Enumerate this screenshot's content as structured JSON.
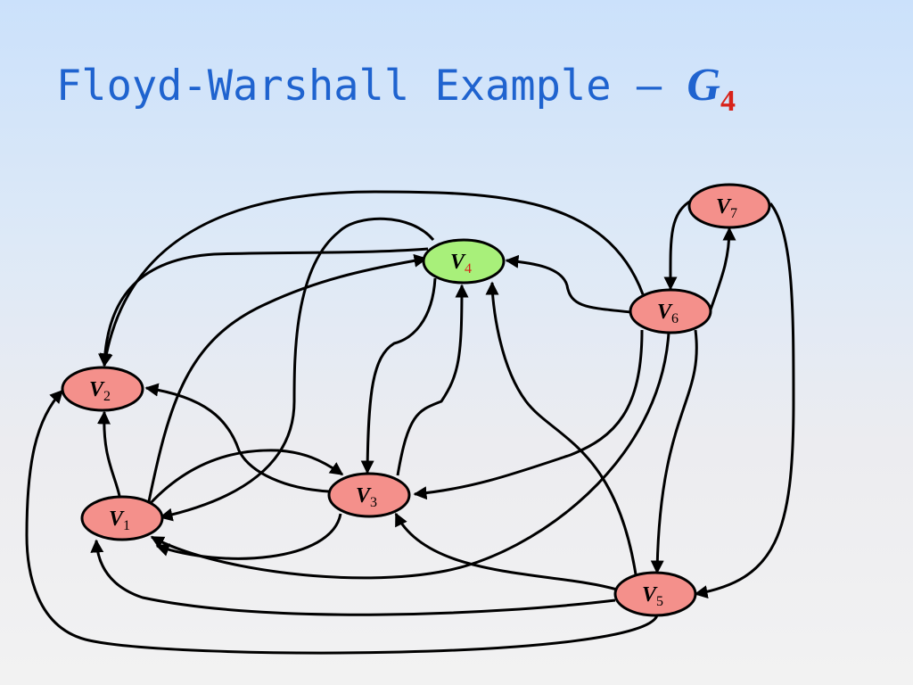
{
  "title": {
    "text": "Floyd-Warshall Example – ",
    "graph_symbol": "G",
    "graph_index": "4"
  },
  "colors": {
    "title": "#1f63cf",
    "title_subscript": "#d8231a",
    "node_default": "#f4908b",
    "node_highlight": "#a8f07a",
    "highlight_subscript": "#d8231a",
    "edge": "#000000"
  },
  "nodes": [
    {
      "id": "V1",
      "letter": "V",
      "index": "1",
      "highlighted": false
    },
    {
      "id": "V2",
      "letter": "V",
      "index": "2",
      "highlighted": false
    },
    {
      "id": "V3",
      "letter": "V",
      "index": "3",
      "highlighted": false
    },
    {
      "id": "V4",
      "letter": "V",
      "index": "4",
      "highlighted": true
    },
    {
      "id": "V5",
      "letter": "V",
      "index": "5",
      "highlighted": false
    },
    {
      "id": "V6",
      "letter": "V",
      "index": "6",
      "highlighted": false
    },
    {
      "id": "V7",
      "letter": "V",
      "index": "7",
      "highlighted": false
    }
  ],
  "edges": [
    {
      "from": "V1",
      "to": "V2"
    },
    {
      "from": "V1",
      "to": "V4"
    },
    {
      "from": "V1",
      "to": "V3"
    },
    {
      "from": "V3",
      "to": "V2"
    },
    {
      "from": "V3",
      "to": "V1"
    },
    {
      "from": "V3",
      "to": "V4"
    },
    {
      "from": "V4",
      "to": "V2"
    },
    {
      "from": "V4",
      "to": "V1"
    },
    {
      "from": "V4",
      "to": "V3"
    },
    {
      "from": "V5",
      "to": "V2"
    },
    {
      "from": "V5",
      "to": "V1"
    },
    {
      "from": "V5",
      "to": "V3"
    },
    {
      "from": "V5",
      "to": "V4"
    },
    {
      "from": "V6",
      "to": "V2"
    },
    {
      "from": "V6",
      "to": "V4"
    },
    {
      "from": "V6",
      "to": "V3"
    },
    {
      "from": "V6",
      "to": "V1"
    },
    {
      "from": "V6",
      "to": "V5"
    },
    {
      "from": "V6",
      "to": "V7"
    },
    {
      "from": "V7",
      "to": "V6"
    },
    {
      "from": "V7",
      "to": "V5"
    }
  ]
}
